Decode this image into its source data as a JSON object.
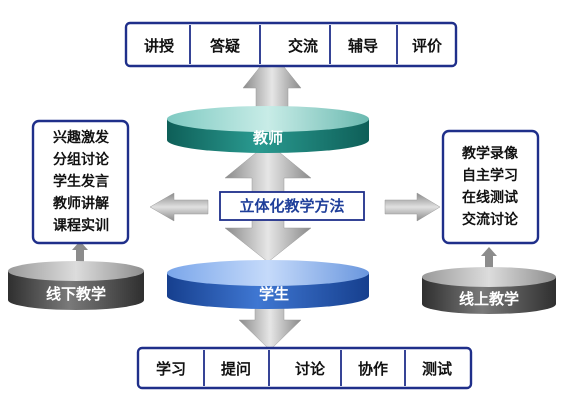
{
  "top_bar": {
    "items": [
      "讲授",
      "答疑",
      "交流",
      "辅导",
      "评价"
    ]
  },
  "bottom_bar": {
    "items": [
      "学习",
      "提问",
      "讨论",
      "协作",
      "测试"
    ]
  },
  "teacher_label": "教师",
  "student_label": "学生",
  "center_label": "立体化教学方法",
  "offline": {
    "label": "线下教学",
    "items": [
      "兴趣激发",
      "分组讨论",
      "学生发言",
      "教师讲解",
      "课程实训"
    ]
  },
  "online": {
    "label": "线上教学",
    "items": [
      "教学录像",
      "自主学习",
      "在线测试",
      "交流讨论"
    ]
  },
  "colors": {
    "box_border": "#1f2f8a",
    "teacher": "#1f8a82",
    "student": "#1f57b8",
    "platform": "#4e4e4e",
    "arrow": "#9e9e9e"
  }
}
